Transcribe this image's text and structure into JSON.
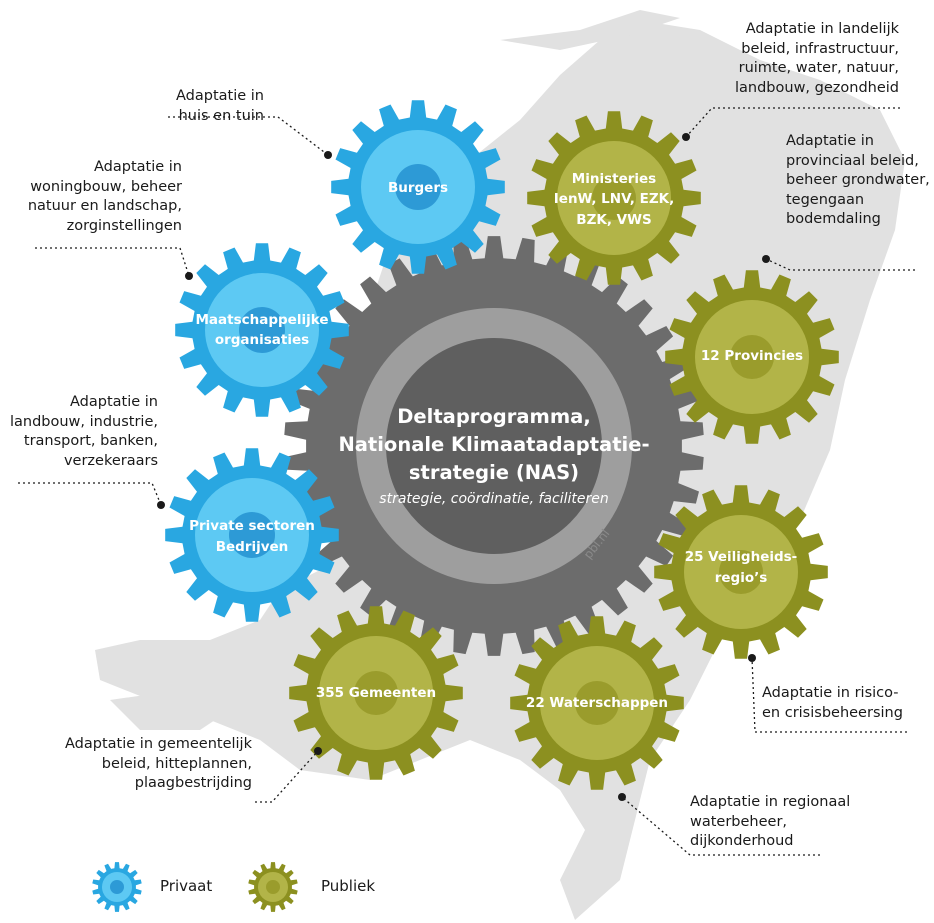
{
  "colors": {
    "privaat_outer": "#29a7e1",
    "privaat_inner": "#5dc9f3",
    "privaat_hub": "#2d9ad6",
    "publiek_outer": "#8c9020",
    "publiek_inner": "#b2b448",
    "publiek_hub": "#9a9c2c",
    "center_outer": "#6c6c6c",
    "center_ring": "#9e9e9e",
    "center_inner": "#5f5f5f",
    "map": "#e1e1e1",
    "leader": "#1a1a1a"
  },
  "center": {
    "title_lines": [
      "Deltaprogramma,",
      "Nationale Klimaatadaptatie-",
      "strategie (NAS)"
    ],
    "subtitle": "strategie, coördinatie, faciliteren",
    "watermark": "pbl.nl"
  },
  "gears": {
    "burgers": {
      "lines": [
        "Burgers"
      ],
      "group": "privaat"
    },
    "maatschappelijke": {
      "lines": [
        "Maatschappelijke",
        "organisaties"
      ],
      "group": "privaat"
    },
    "private": {
      "lines": [
        "Private sectoren",
        "Bedrijven"
      ],
      "group": "privaat"
    },
    "ministeries": {
      "lines": [
        "Ministeries",
        "IenW, LNV, EZK,",
        "BZK, VWS"
      ],
      "group": "publiek"
    },
    "provincies": {
      "lines": [
        "12 Provincies"
      ],
      "group": "publiek"
    },
    "veiligheid": {
      "lines": [
        "25 Veiligheids-",
        "regio’s"
      ],
      "group": "publiek"
    },
    "gemeenten": {
      "lines": [
        "355 Gemeenten"
      ],
      "group": "publiek"
    },
    "waterschappen": {
      "lines": [
        "22 Waterschappen"
      ],
      "group": "publiek"
    }
  },
  "notes": {
    "huis": [
      "Adaptatie in",
      "huis en tuin"
    ],
    "woningbouw": [
      "Adaptatie in",
      "woningbouw, beheer",
      "natuur en landschap,",
      "zorginstellingen"
    ],
    "landbouw": [
      "Adaptatie in",
      "landbouw, industrie,",
      "transport, banken,",
      "verzekeraars"
    ],
    "landelijk": [
      "Adaptatie in landelijk",
      "beleid, infrastructuur,",
      "ruimte, water,  natuur,",
      "landbouw, gezondheid"
    ],
    "provinciaal": [
      "Adaptatie in",
      "provinciaal beleid,",
      "beheer grondwater,",
      "tegengaan",
      "bodemdaling"
    ],
    "risico": [
      "Adaptatie in risico-",
      "en crisisbeheersing"
    ],
    "gemeentelijk": [
      "Adaptatie in gemeentelijk",
      "beleid, hitteplannen,",
      "plaagbestrijding"
    ],
    "regionaal": [
      "Adaptatie in regionaal",
      "waterbeheer,",
      "dijkonderhoud"
    ]
  },
  "legend": {
    "privaat": "Privaat",
    "publiek": "Publiek"
  }
}
